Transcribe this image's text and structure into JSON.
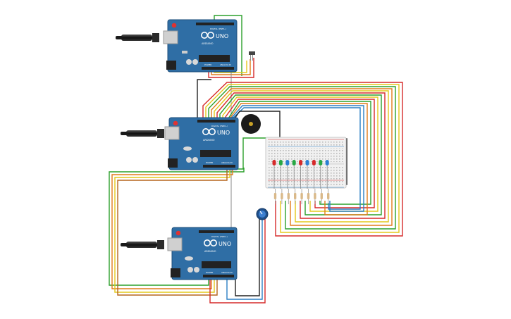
{
  "boards": [
    {
      "id": "uno-top",
      "logo": "UNO",
      "brand": "ARDUINO",
      "digital_label": "DIGITAL (PWM~)",
      "analog_label": "ANALOG IN",
      "power_label": "POWER"
    },
    {
      "id": "uno-middle",
      "logo": "UNO",
      "brand": "ARDUINO",
      "digital_label": "DIGITAL (PWM~)",
      "analog_label": "ANALOG IN",
      "power_label": "POWER"
    },
    {
      "id": "uno-bottom",
      "logo": "UNO",
      "brand": "ARDUINO",
      "digital_label": "DIGITAL (PWM~)",
      "analog_label": "ANALOG IN",
      "power_label": "POWER"
    }
  ],
  "leds": [
    {
      "color": "red"
    },
    {
      "color": "green"
    },
    {
      "color": "blue"
    },
    {
      "color": "green"
    },
    {
      "color": "red"
    },
    {
      "color": "blue"
    },
    {
      "color": "red"
    },
    {
      "color": "green"
    },
    {
      "color": "blue"
    }
  ],
  "colors": {
    "board": "#2f6ea5",
    "board_edge": "#1f4f7a",
    "wire_red": "#d62a2a",
    "wire_green": "#2ca02c",
    "wire_yellow": "#e3c81b",
    "wire_orange": "#e07b1a",
    "wire_blue": "#2a7fc4",
    "wire_black": "#222222",
    "led_red": "#d62a2a",
    "led_green": "#27a844",
    "led_blue": "#2a7fd4"
  },
  "components": {
    "buzzer": "buzzer-piezo",
    "potentiometer": "potentiometer-knob",
    "breadboard": "breadboard-half",
    "sensor": "sensor-probe"
  }
}
